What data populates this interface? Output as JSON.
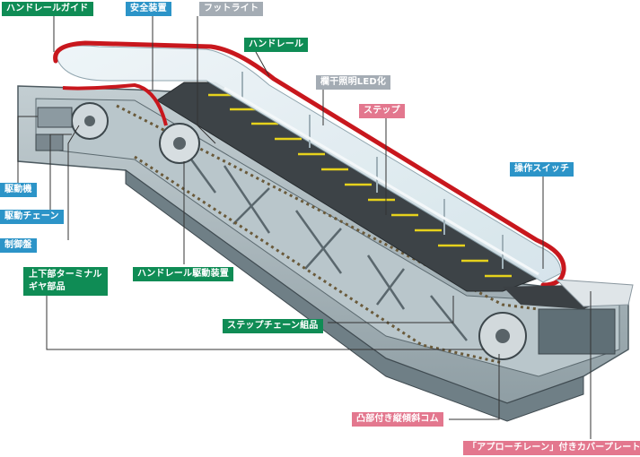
{
  "labels": {
    "handrail_guide": "ハンドレールガイド",
    "safety_device": "安全装置",
    "footlight": "フットライト",
    "handrail": "ハンドレール",
    "balustrade_led": "欄干照明LED化",
    "step": "ステップ",
    "operation_switch": "操作スイッチ",
    "drive_unit": "駆動機",
    "drive_chain": "駆動チェーン",
    "control_panel": "制御盤",
    "terminal_gear": "上下部ターミナル\nギヤ部品",
    "handrail_drive": "ハンドレール駆動装置",
    "step_chain": "ステップチェーン組品",
    "inclined_rubber": "凸部付き縦傾斜コム",
    "approach_cover_plate": "「アプローチレーン」付きカバープレート"
  },
  "colors": {
    "green": "#0f8c55",
    "blue": "#2c94c8",
    "grey": "#a4acb4",
    "pink": "#e3778e",
    "handrail": "#c8171d",
    "truss": "#a8b6bc",
    "step_edge": "#e6d21c"
  }
}
